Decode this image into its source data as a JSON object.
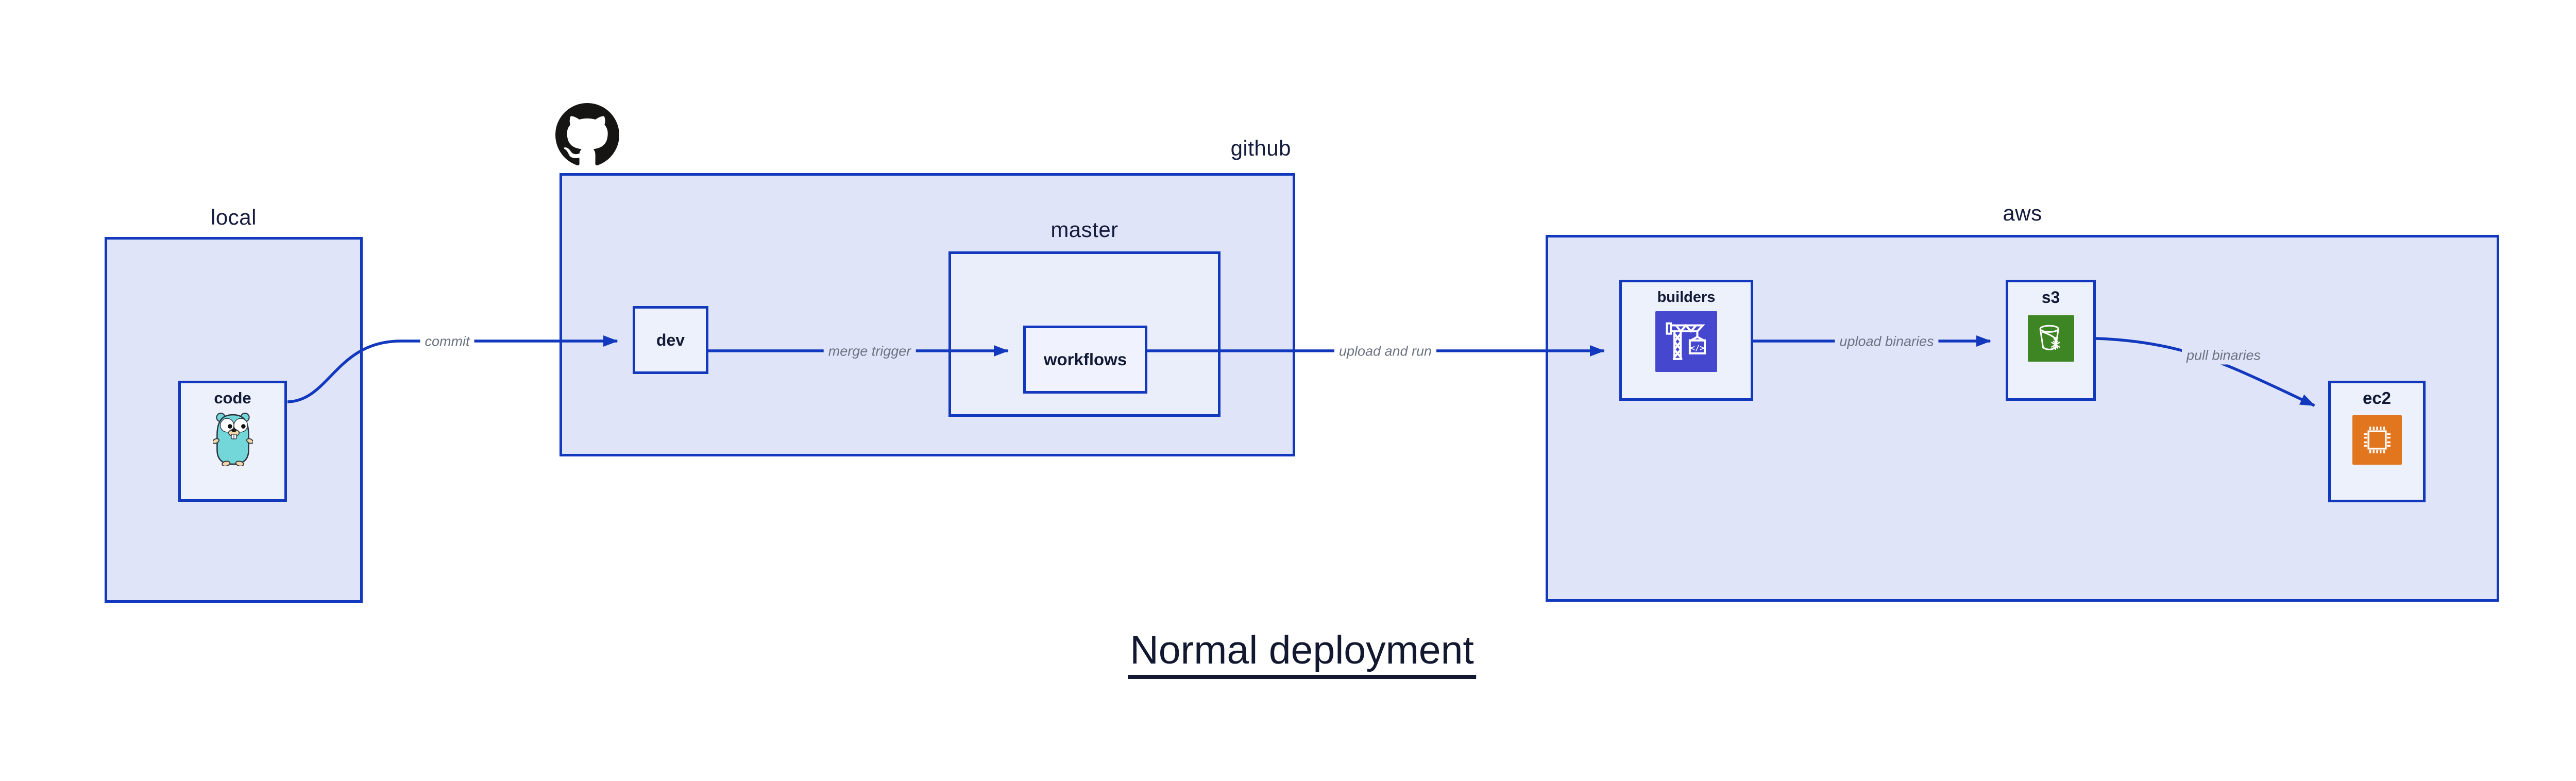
{
  "title": {
    "text": "Normal deployment"
  },
  "groups": {
    "local": {
      "label": "local"
    },
    "github": {
      "label": "github"
    },
    "master": {
      "label": "master"
    },
    "aws": {
      "label": "aws"
    }
  },
  "nodes": {
    "code": {
      "label": "code"
    },
    "dev": {
      "label": "dev"
    },
    "workflows": {
      "label": "workflows"
    },
    "builders": {
      "label": "builders"
    },
    "s3": {
      "label": "s3"
    },
    "ec2": {
      "label": "ec2"
    }
  },
  "arrows": {
    "commit": {
      "label": "commit"
    },
    "merge_trigger": {
      "label": "merge trigger"
    },
    "upload_and_run": {
      "label": "upload and run"
    },
    "upload_binaries": {
      "label": "upload binaries"
    },
    "pull_binaries": {
      "label": "pull binaries"
    }
  },
  "icons": {
    "github_logo": "github-octocat-logo",
    "gopher": "go-gopher-mascot",
    "crane": "construction-crane-build-icon",
    "bucket": "s3-bucket-snowflake-icon",
    "chip": "cpu-chip-icon"
  },
  "colors": {
    "border_blue": "#1238bd",
    "arrow_blue": "#1238bd",
    "group_fill": "#dfe4f8",
    "master_fill": "#eaeefb",
    "node_fill": "#edf1fc",
    "label_navy": "#141b3c",
    "arrow_label_gray": "#6b7280",
    "github_black": "#171513",
    "builders_icon_bg": "#4547cf",
    "s3_icon_bg": "#3e8624",
    "ec2_icon_bg": "#e2761f",
    "gopher_teal": "#73d7da",
    "gopher_tan": "#f4d7a8",
    "canvas_bg": "#ffffff"
  }
}
